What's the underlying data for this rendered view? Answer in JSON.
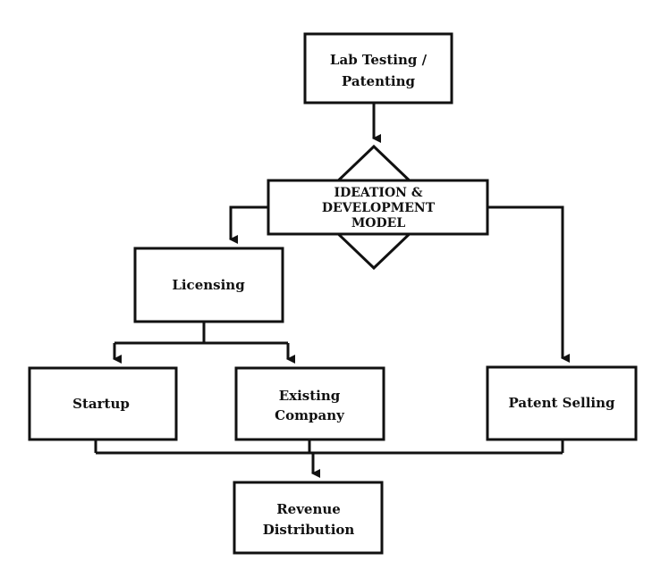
{
  "diagram": {
    "nodes": {
      "lab_testing": {
        "line1": "Lab Testing /",
        "line2": "Patenting"
      },
      "ideation": {
        "line1": "IDEATION &",
        "line2": "DEVELOPMENT",
        "line3": "MODEL"
      },
      "licensing": {
        "label": "Licensing"
      },
      "startup": {
        "label": "Startup"
      },
      "existing_company": {
        "line1": "Existing",
        "line2": "Company"
      },
      "patent_selling": {
        "label": "Patent Selling"
      },
      "revenue": {
        "line1": "Revenue",
        "line2": "Distribution"
      }
    },
    "edges": [
      {
        "from": "Lab Testing / Patenting",
        "to": "IDEATION & DEVELOPMENT MODEL"
      },
      {
        "from": "IDEATION & DEVELOPMENT MODEL",
        "to": "Licensing"
      },
      {
        "from": "IDEATION & DEVELOPMENT MODEL",
        "to": "Patent Selling"
      },
      {
        "from": "Licensing",
        "to": "Startup"
      },
      {
        "from": "Licensing",
        "to": "Existing Company"
      },
      {
        "from": "Startup",
        "to": "Revenue Distribution"
      },
      {
        "from": "Existing Company",
        "to": "Revenue Distribution"
      },
      {
        "from": "Patent Selling",
        "to": "Revenue Distribution"
      }
    ]
  }
}
